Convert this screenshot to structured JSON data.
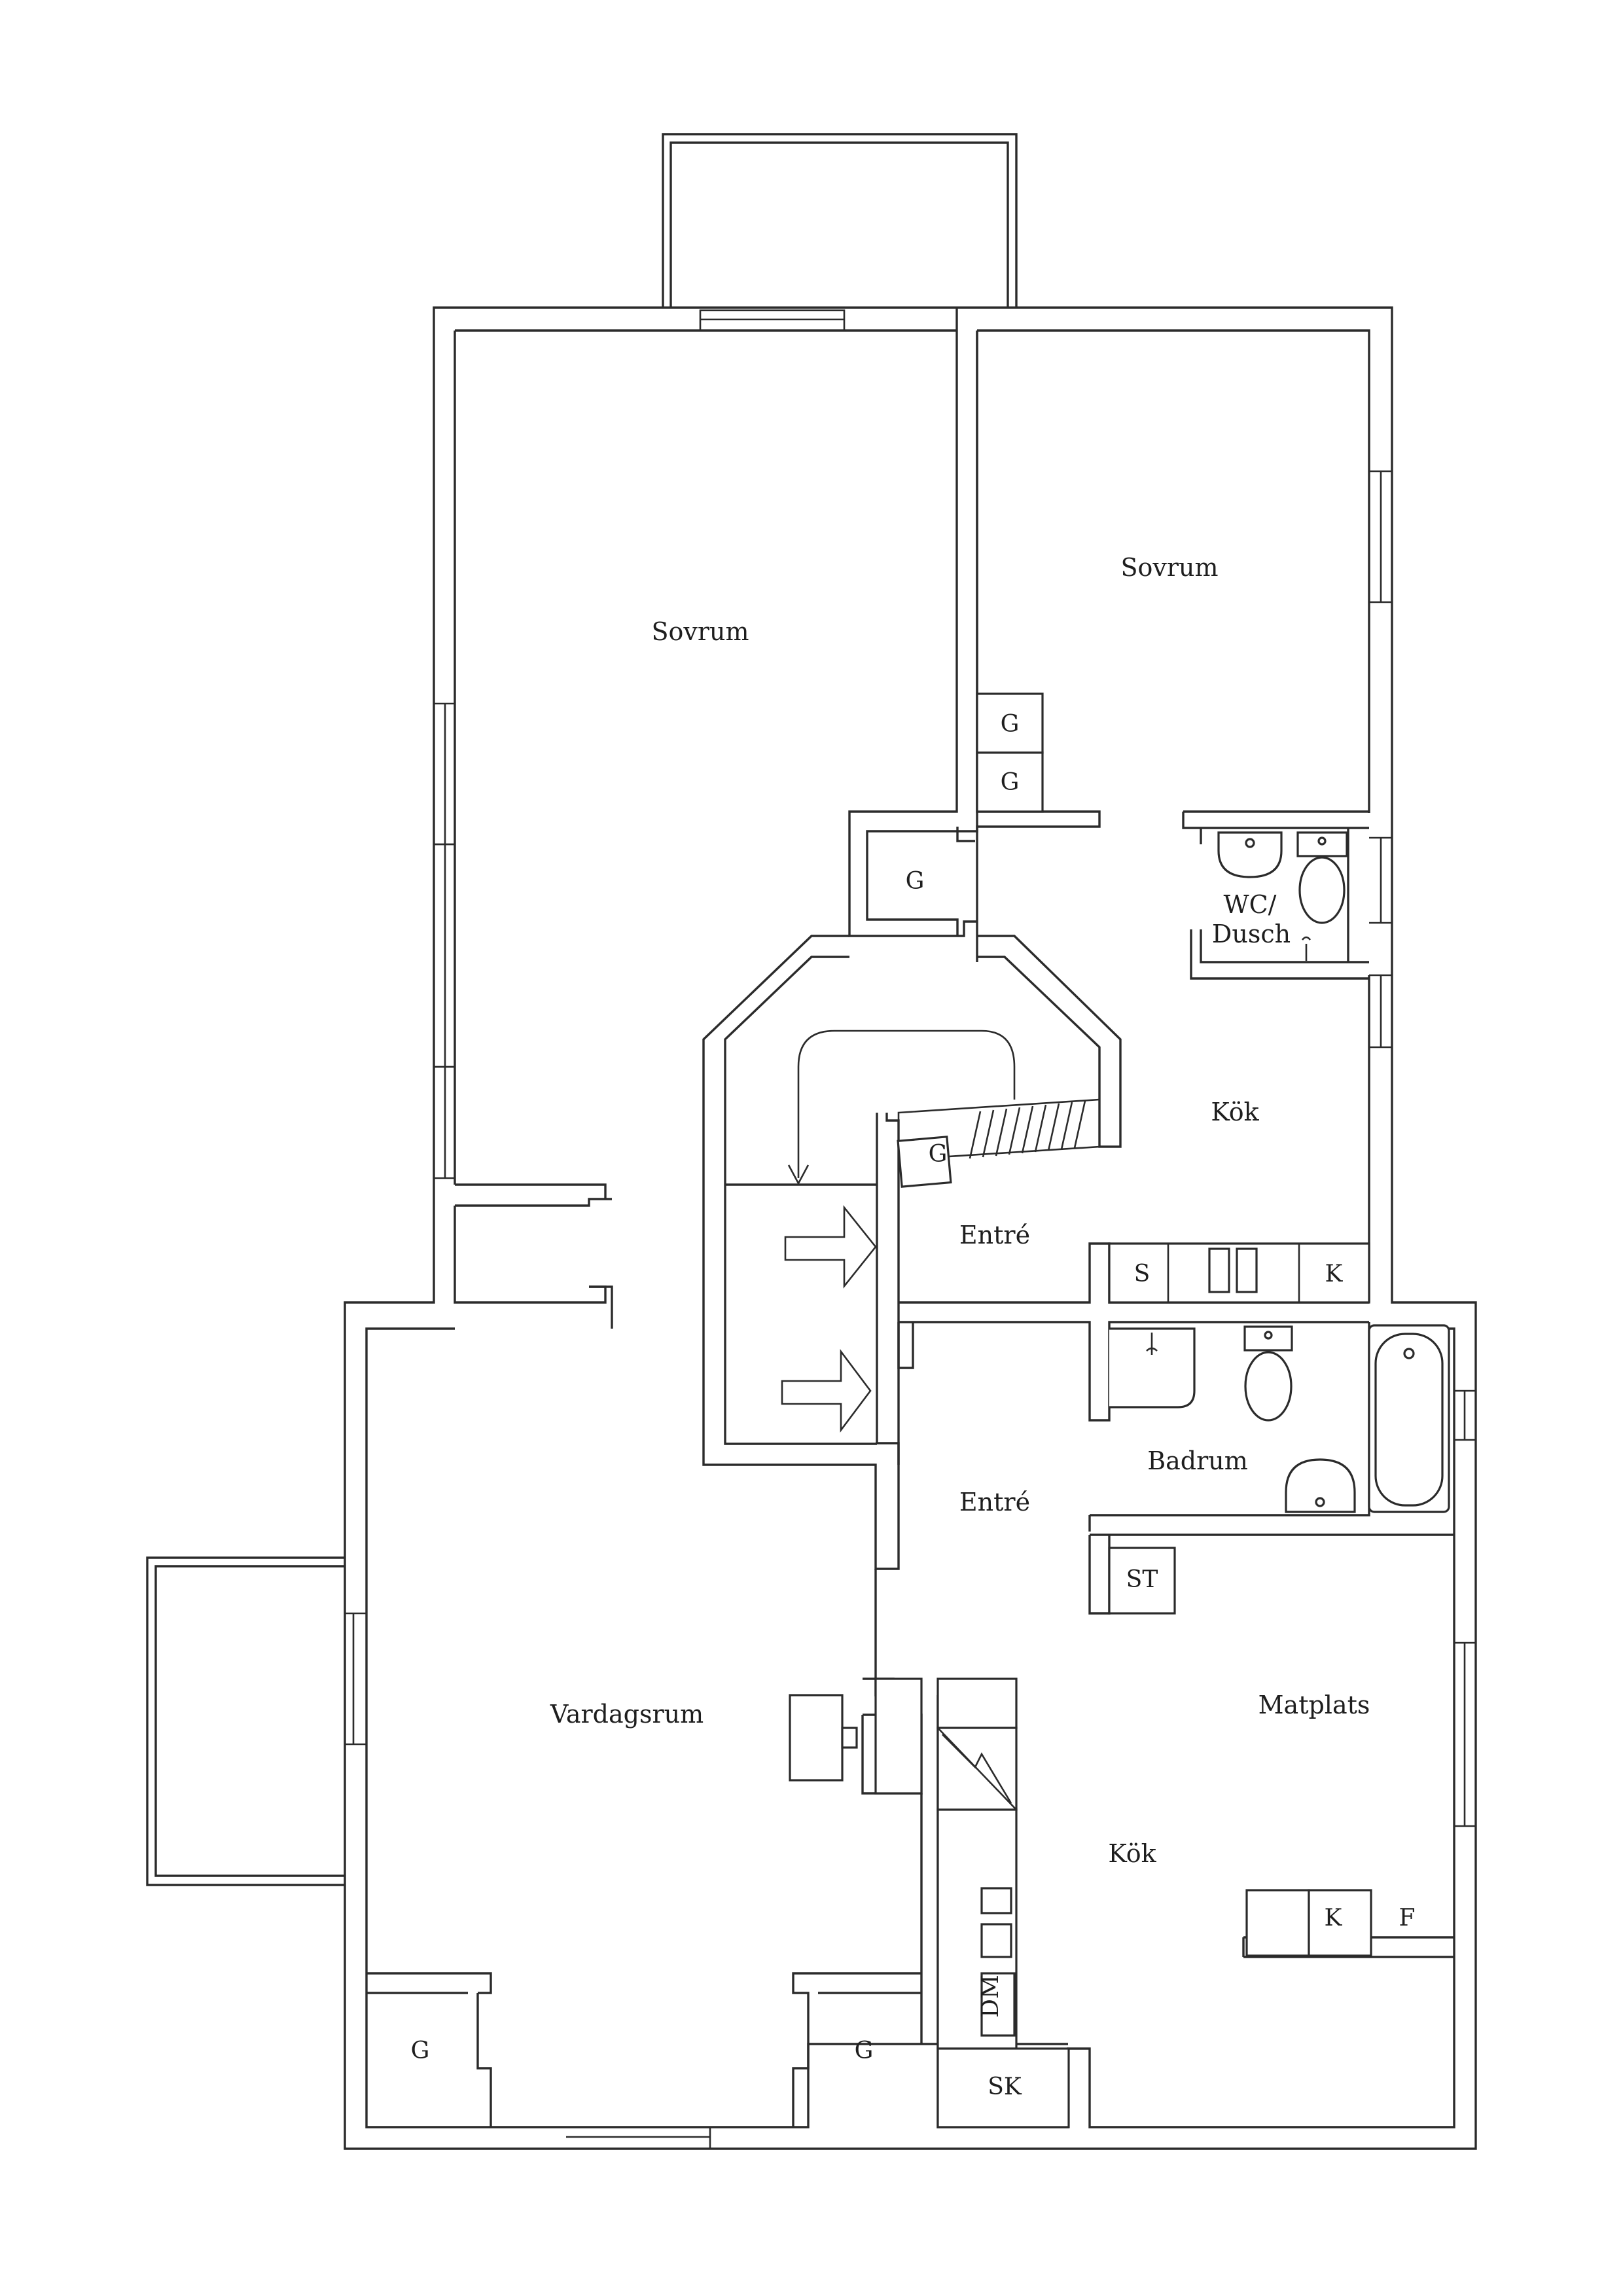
{
  "rooms": {
    "sovrum_left": "Sovrum",
    "sovrum_right": "Sovrum",
    "wc_line1": "WC/",
    "wc_line2": "Dusch",
    "kok_upper": "Kök",
    "entre_upper": "Entré",
    "entre_lower": "Entré",
    "badrum": "Badrum",
    "vardagsrum": "Vardagsrum",
    "matplats": "Matplats",
    "kok_lower": "Kök"
  },
  "fixtures": {
    "g_wardrobe_1": "G",
    "g_wardrobe_2": "G",
    "g_closet": "G",
    "g_hall": "G",
    "g_living_left": "G",
    "g_living_right": "G",
    "s_label": "S",
    "k_upper": "K",
    "st_label": "ST",
    "k_lower": "K",
    "f_label": "F",
    "dm_label": "DM",
    "sk_label": "SK"
  },
  "colors": {
    "line": "#2b2b2b",
    "background": "#ffffff"
  }
}
